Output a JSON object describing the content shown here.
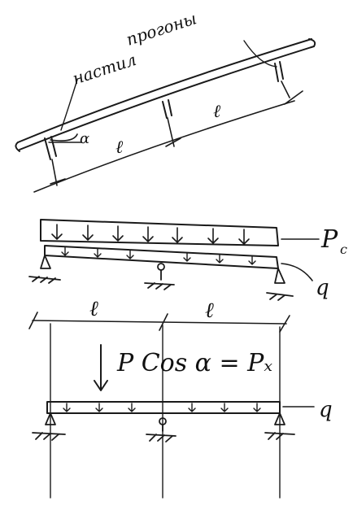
{
  "top_sketch": {
    "label_purlin": "прогоны",
    "label_decking": "настил",
    "label_angle": "α",
    "label_span_left": "ℓ",
    "label_span_right": "ℓ"
  },
  "beam_upper": {
    "load_label": "P",
    "load_label_sub": "c",
    "dist_label": "q",
    "span_left": "ℓ",
    "span_right": "ℓ"
  },
  "formula": "P Cos α = Pₓ",
  "beam_lower": {
    "dist_label": "q"
  },
  "ink_color": "#1a1a1a"
}
